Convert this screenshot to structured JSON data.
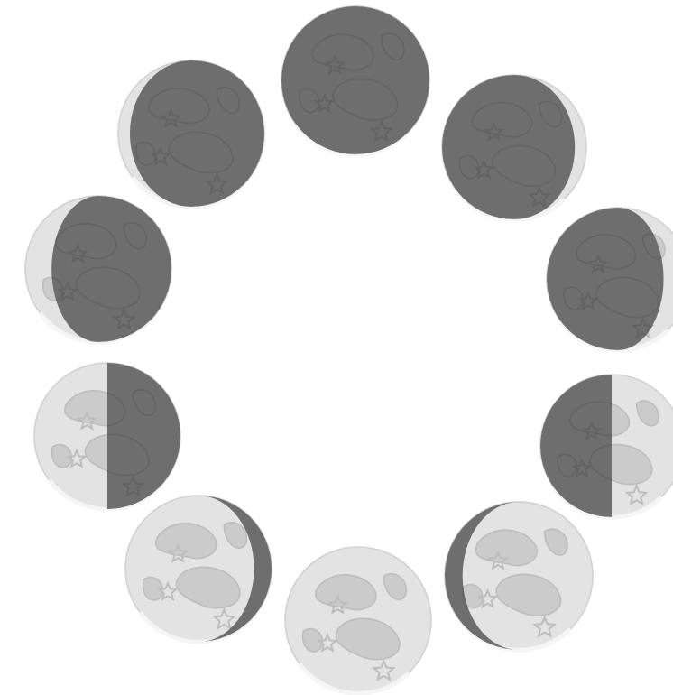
{
  "colors": {
    "background": "#ffffff",
    "lit_surface": "#e3e3e3",
    "lit_crater": "#cbcbcb",
    "lit_highlight": "#f5f5f5",
    "dark_surface": "#6e6e6e",
    "dark_crater": "#636363",
    "outline": "#d2d2d2"
  },
  "phases": [
    {
      "name": "new-moon",
      "illuminated_fraction": 0.0,
      "lit_side": "none"
    },
    {
      "name": "waxing-crescent",
      "illuminated_fraction": 0.08,
      "lit_side": "left"
    },
    {
      "name": "waxing-crescent-2",
      "illuminated_fraction": 0.18,
      "lit_side": "left"
    },
    {
      "name": "first-quarter",
      "illuminated_fraction": 0.5,
      "lit_side": "left"
    },
    {
      "name": "waxing-gibbous",
      "illuminated_fraction": 0.88,
      "lit_side": "left"
    },
    {
      "name": "full-moon",
      "illuminated_fraction": 1.0,
      "lit_side": "full"
    },
    {
      "name": "waning-gibbous",
      "illuminated_fraction": 0.88,
      "lit_side": "right"
    },
    {
      "name": "last-quarter",
      "illuminated_fraction": 0.5,
      "lit_side": "right"
    },
    {
      "name": "waning-crescent",
      "illuminated_fraction": 0.18,
      "lit_side": "right"
    },
    {
      "name": "waning-crescent-2",
      "illuminated_fraction": 0.08,
      "lit_side": "right"
    }
  ]
}
